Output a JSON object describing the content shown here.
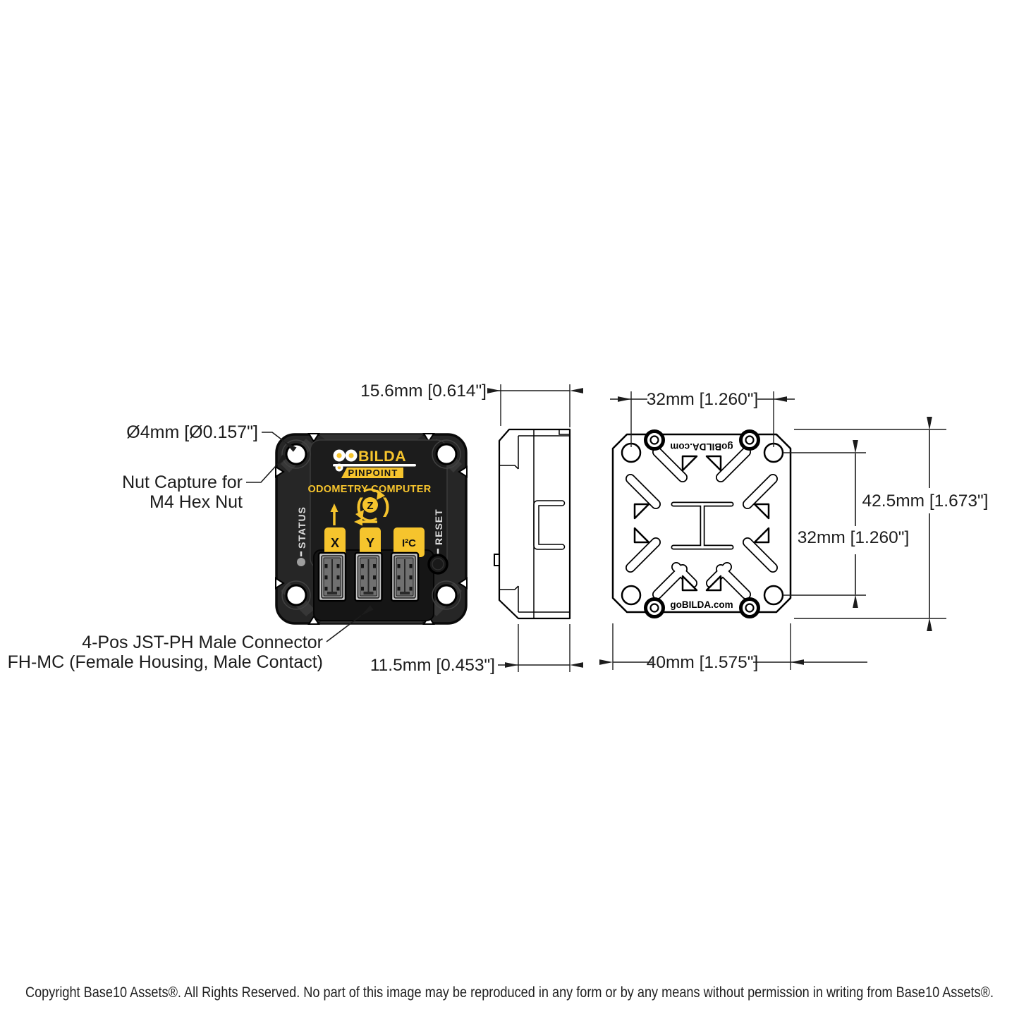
{
  "front_view": {
    "brand": "BILDA",
    "banner": "PINPOINT",
    "subtitle": "ODOMETRY COMPUTER",
    "z_axis": "Z",
    "status": "STATUS",
    "reset": "RESET",
    "ports": {
      "x": "X",
      "y": "Y",
      "i2c": "I²C"
    }
  },
  "back_view": {
    "brand_top": "goBILDA.com",
    "brand_bottom": "goBILDA.com"
  },
  "dimensions": {
    "depth_total": "15.6mm [0.614\"]",
    "depth_body": "11.5mm [0.453\"]",
    "hole_spacing_horizontal": "32mm [1.260\"]",
    "hole_spacing_vertical": "32mm [1.260\"]",
    "height_overall": "42.5mm [1.673\"]",
    "width_body": "40mm [1.575\"]"
  },
  "callouts": {
    "hole_diameter": "Ø4mm [Ø0.157\"]",
    "nut_capture_line1": "Nut Capture for",
    "nut_capture_line2": "M4 Hex Nut",
    "connector_line1": "4-Pos JST-PH Male Connector",
    "connector_line2": "FH-MC (Female Housing, Male Contact)"
  },
  "footer": {
    "copyright": "Copyright Base10 Assets®.  All Rights Reserved. No part of this image may be reproduced in any form or by any means without permission in writing from Base10 Assets®."
  },
  "colors": {
    "brand_yellow": "#f6c42d",
    "body_black": "#262626",
    "drawing_line": "#000000"
  }
}
